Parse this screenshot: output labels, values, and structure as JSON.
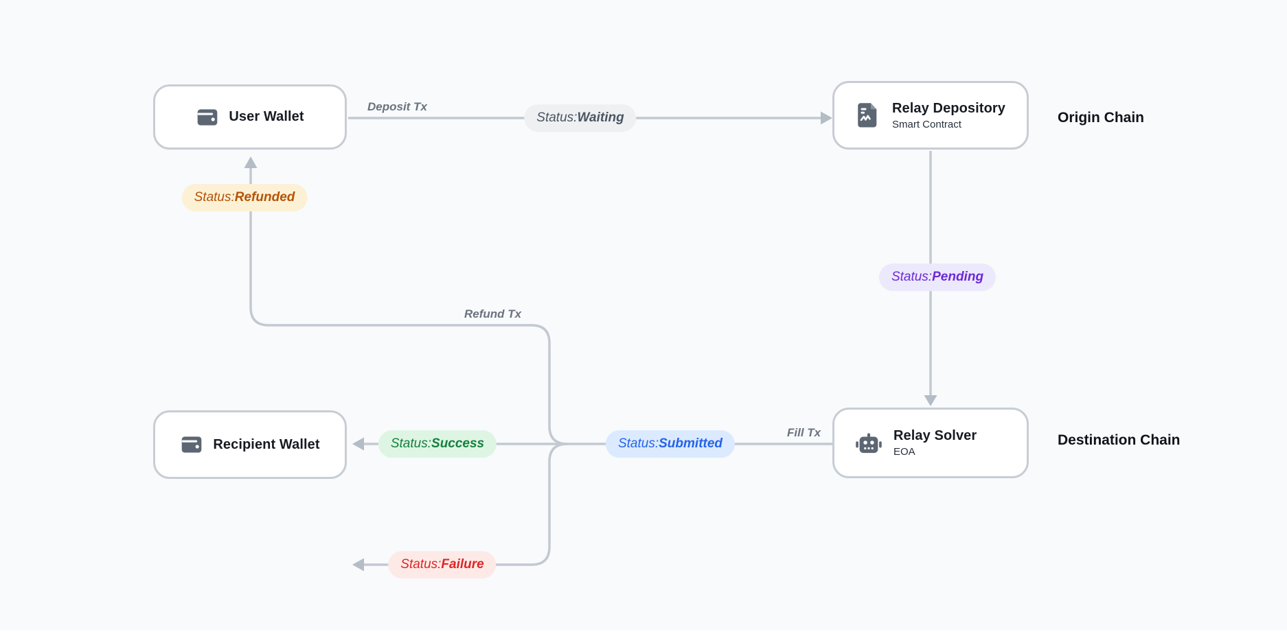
{
  "colors": {
    "background": "#f8fafc",
    "edge_line": "#c3c9d1",
    "arrowhead": "#b4bcc6",
    "node_border": "#c8cdd5",
    "node_bg": "#ffffff",
    "icon_gray": "#5d6673",
    "title_text": "#161b22",
    "edge_label_text": "#6b7280"
  },
  "nodes": [
    {
      "title": "User Wallet",
      "icon": "wallet-icon"
    },
    {
      "title": "Relay Depository",
      "subtitle": "Smart Contract",
      "icon": "contract-file-icon"
    },
    {
      "title": "Recipient Wallet",
      "icon": "wallet-icon"
    },
    {
      "title": "Relay Solver",
      "subtitle": "EOA",
      "icon": "robot-icon"
    }
  ],
  "chain_labels": {
    "origin": "Origin Chain",
    "destination": "Destination Chain"
  },
  "edge_labels": {
    "deposit": "Deposit Tx",
    "refund": "Refund Tx",
    "fill": "Fill Tx"
  },
  "badges": {
    "waiting": {
      "prefix": "Status:",
      "value": "Waiting",
      "fg": "#4b5563",
      "bg": "#eef0f2"
    },
    "pending": {
      "prefix": "Status:",
      "value": "Pending",
      "fg": "#6d28d9",
      "bg": "#ece9fc"
    },
    "refunded": {
      "prefix": "Status:",
      "value": "Refunded",
      "fg": "#b45309",
      "bg": "#fdf1d5"
    },
    "success": {
      "prefix": "Status:",
      "value": "Success",
      "fg": "#15803d",
      "bg": "#def5e4"
    },
    "submitted": {
      "prefix": "Status:",
      "value": "Submitted",
      "fg": "#2563eb",
      "bg": "#dbeafe"
    },
    "failure": {
      "prefix": "Status:",
      "value": "Failure",
      "fg": "#dc2626",
      "bg": "#fdeae7"
    }
  }
}
